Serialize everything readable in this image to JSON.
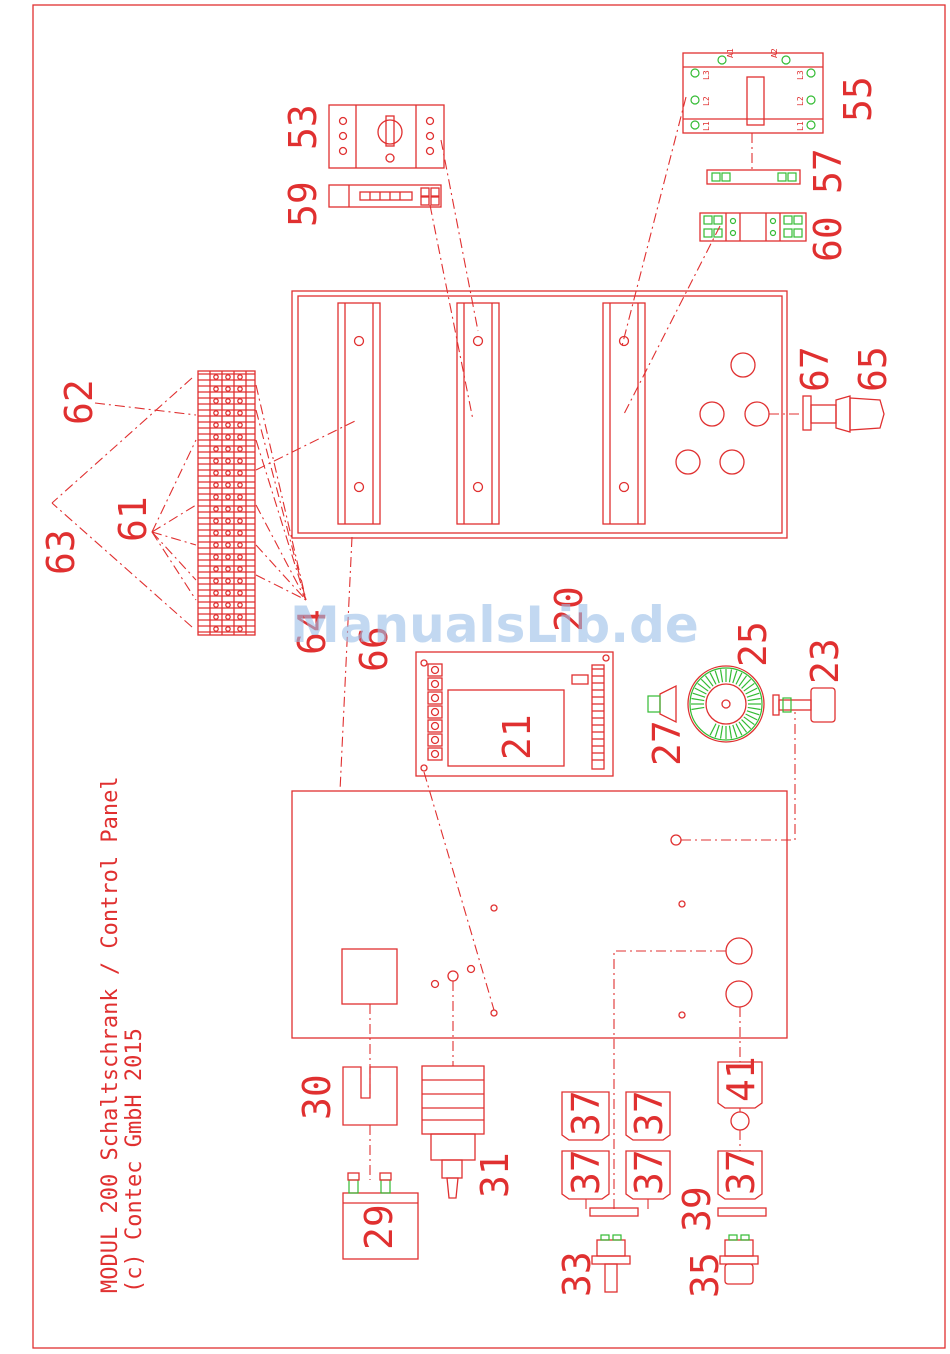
{
  "title_line1": "MODUL 200 Schaltschrank / Control Panel",
  "title_line2": "(c) Contec GmbH 2015",
  "watermark": "ManualsLib.de",
  "labels": {
    "l53": "53",
    "l59": "59",
    "l55": "55",
    "l57": "57",
    "l60": "60",
    "l62": "62",
    "l63": "63",
    "l61": "61",
    "l64": "64",
    "l66": "66",
    "l67": "67",
    "l65": "65",
    "l20": "20",
    "l21": "21",
    "l25": "25",
    "l23": "23",
    "l27": "27",
    "l30": "30",
    "l31": "31",
    "l29": "29",
    "l33": "33",
    "l35": "35",
    "l39": "39",
    "l41": "41",
    "l37": "37"
  },
  "terminal_marks": {
    "a1": "A1",
    "a2": "A2",
    "l1": "L1",
    "l2": "L2",
    "l3": "L3"
  },
  "colors": {
    "line": "#e03030",
    "accent": "#33bb33",
    "watermark": "#9bbfe8"
  }
}
